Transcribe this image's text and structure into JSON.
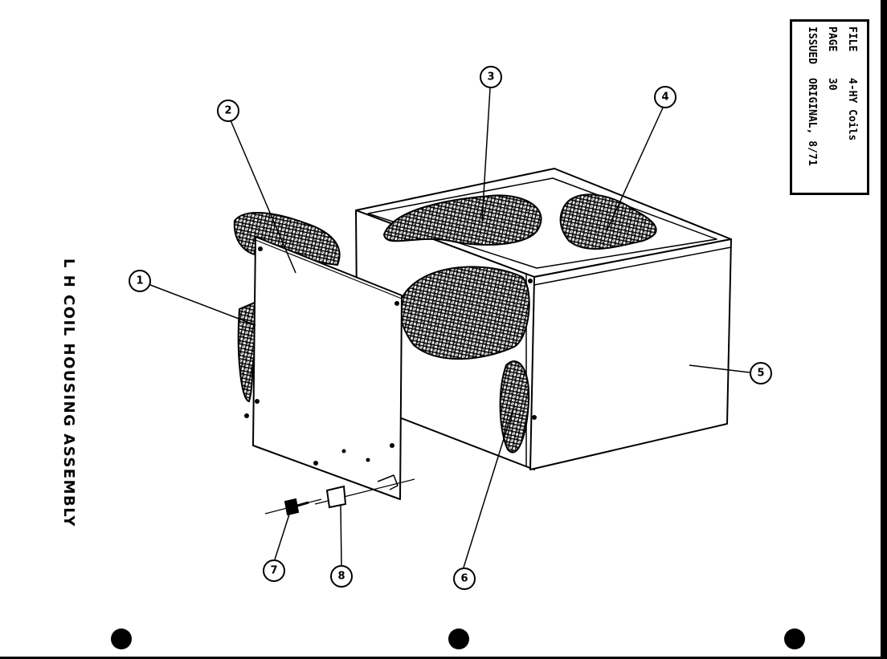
{
  "title": "L H COIL HOUSING ASSEMBLY",
  "file_box": {
    "file_label": "FILE",
    "file_value": "4-HY Coils",
    "page_label": "PAGE",
    "page_value": "30",
    "issued_label": "ISSUED",
    "issued_value": "ORIGINAL, 8/71"
  },
  "callouts": [
    "1",
    "2",
    "3",
    "4",
    "5",
    "6",
    "7",
    "8"
  ]
}
